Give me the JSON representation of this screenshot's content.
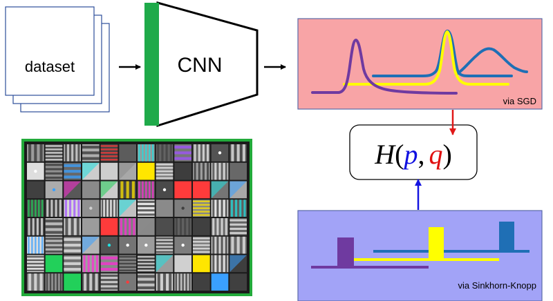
{
  "dataset": {
    "label": "dataset"
  },
  "network": {
    "label": "CNN"
  },
  "predictions": {
    "label": "via SGD",
    "colors": {
      "background": "#f8a4a6",
      "purple": "#6f3aa0",
      "yellow": "#ffff00",
      "blue": "#1f6fb5"
    }
  },
  "targets": {
    "label": "via Sinkhorn-Knopp",
    "colors": {
      "background": "#a2a3f7",
      "purple": "#6f3aa0",
      "yellow": "#ffff00",
      "blue": "#1f6fb5"
    }
  },
  "loss": {
    "func": "H",
    "open": "(",
    "p": "p",
    "comma": ",",
    "q": "q",
    "close": ")",
    "colors": {
      "p": "#1010e0",
      "q": "#e01010"
    }
  },
  "filters": {
    "rows": 8,
    "cols": 12,
    "border_color": "#22aa3a"
  },
  "arrows": {
    "sgd_color": "#e01818",
    "sinkhorn_color": "#1414e0"
  }
}
